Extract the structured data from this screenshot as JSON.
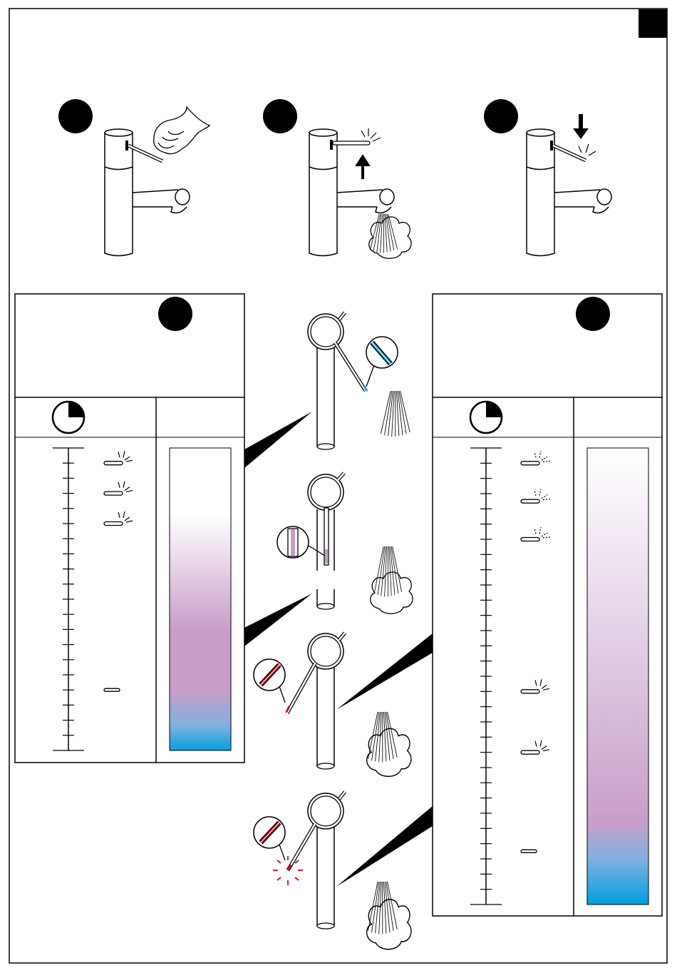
{
  "page": {
    "step_badges": [
      {
        "label": ""
      },
      {
        "label": ""
      },
      {
        "label": ""
      }
    ],
    "panel_badges": [
      {
        "label": ""
      },
      {
        "label": ""
      }
    ]
  },
  "colors": {
    "ink": "#000000",
    "cold": "#00a0e0",
    "lavender": "#c89ec8",
    "hot": "#e0001b",
    "paper": "#ffffff"
  },
  "icons": {
    "timer": "timer-icon",
    "lever": "lever-icon",
    "spray": "spray-icon",
    "steam": "steam-cloud-icon",
    "arrow_up": "arrow-up-icon",
    "arrow_down": "arrow-down-icon",
    "hand": "hand-icon"
  },
  "left_panel": {
    "scale_ticks": 20,
    "lever_markers": [
      "spray",
      "spray",
      "spray",
      "closed"
    ],
    "gradient": [
      "#ffffff",
      "#ffffff",
      "#c89ec8",
      "#c89ec8",
      "#00a0e0"
    ]
  },
  "right_panel": {
    "scale_ticks": 30,
    "lever_markers": [
      "drip",
      "drip",
      "drip",
      "spray",
      "spray",
      "closed"
    ],
    "gradient": [
      "#ffffff",
      "#c89ec8",
      "#00a0e0"
    ]
  }
}
